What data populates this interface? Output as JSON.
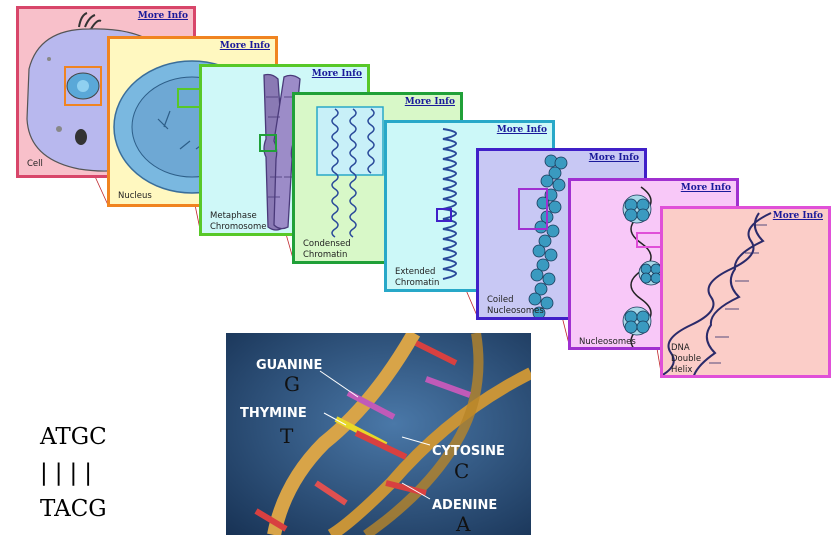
{
  "colors": {
    "cell": {
      "border": "#d8466a",
      "bg": "#f8c0ca"
    },
    "nucleus": {
      "border": "#f08420",
      "bg": "#fff8c0"
    },
    "metaphase": {
      "border": "#58c828",
      "bg": "#cff8f8"
    },
    "condensed": {
      "border": "#20a038",
      "bg": "#d8f8c8"
    },
    "extended": {
      "border": "#28a8c8",
      "bg": "#ccf8f8"
    },
    "coiled": {
      "border": "#4020c8",
      "bg": "#c8c8f4"
    },
    "nucleosomes": {
      "border": "#a030d0",
      "bg": "#f8c8f8"
    },
    "dna": {
      "border": "#e050d8",
      "bg": "#fbcdc8"
    }
  },
  "panels": [
    {
      "id": "cell",
      "caption": "Cell",
      "link": "More Info"
    },
    {
      "id": "nucleus",
      "caption": "Nucleus",
      "link": "More Info"
    },
    {
      "id": "metaphase",
      "caption": "Metaphase\nChromosome",
      "link": "More Info"
    },
    {
      "id": "condensed",
      "caption": "Condensed\nChromatin",
      "link": "More Info"
    },
    {
      "id": "extended",
      "caption": "Extended\nChromatin",
      "link": "More Info"
    },
    {
      "id": "coiled",
      "caption": "Coiled\nNucleosomes",
      "link": "More Info"
    },
    {
      "id": "nucleosomes",
      "caption": "Nucleosomes",
      "link": "More Info"
    },
    {
      "id": "dna",
      "caption": "DNA\nDouble\nHelix",
      "link": "More Info"
    }
  ],
  "helix_photo": {
    "labels": {
      "guanine": "GUANINE",
      "thymine": "THYMINE",
      "cytosine": "CYTOSINE",
      "adenine": "ADENINE"
    },
    "letters": {
      "guanine": "G",
      "thymine": "T",
      "cytosine": "C",
      "adenine": "A"
    }
  },
  "base_pairs": {
    "top": "ATGC",
    "middle": "||||",
    "bottom": "TACG"
  }
}
